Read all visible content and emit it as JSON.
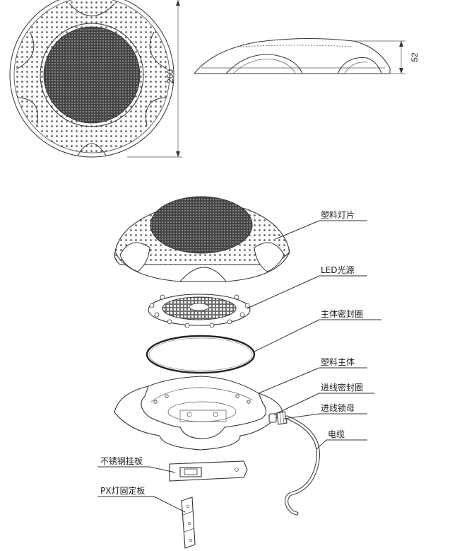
{
  "dimensions": {
    "diameter": "260",
    "height": "52"
  },
  "labels": [
    {
      "id": "lamp-cover",
      "text": "塑料灯片"
    },
    {
      "id": "led-source",
      "text": "LED光源"
    },
    {
      "id": "body-seal",
      "text": "主体密封圈"
    },
    {
      "id": "plastic-body",
      "text": "塑料主体"
    },
    {
      "id": "cable-seal",
      "text": "进线密封圈"
    },
    {
      "id": "cable-nut",
      "text": "进线锁母"
    },
    {
      "id": "cable",
      "text": "电缆"
    },
    {
      "id": "steel-plate",
      "text": "不锈钢挂板"
    },
    {
      "id": "px-plate",
      "text": "PX灯固定板"
    }
  ],
  "colors": {
    "line": "#333333",
    "background": "#ffffff"
  }
}
